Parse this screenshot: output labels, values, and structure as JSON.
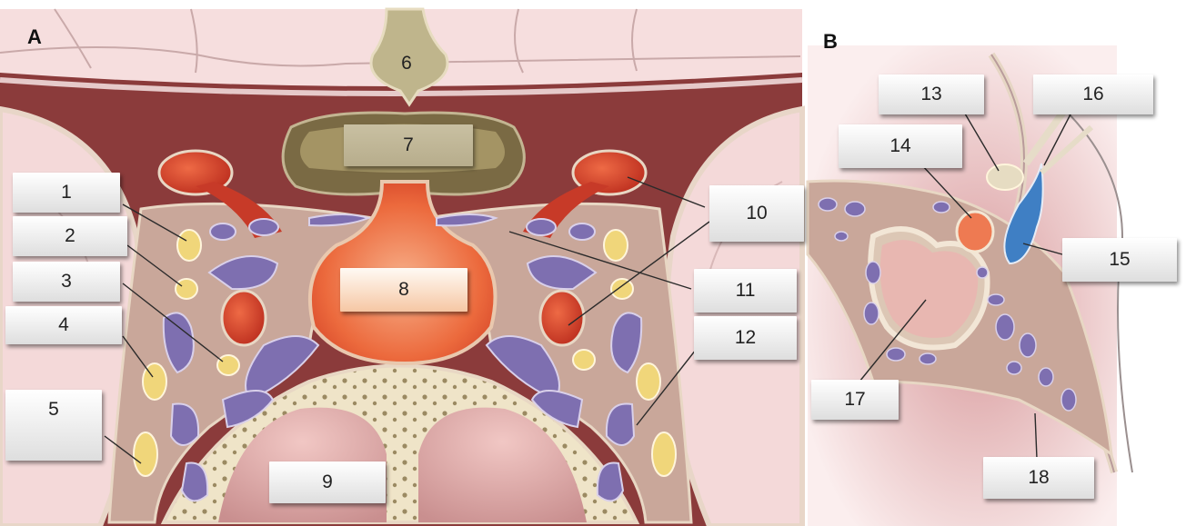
{
  "panels": {
    "a": "A",
    "b": "B"
  },
  "labels": {
    "l1": "1",
    "l2": "2",
    "l3": "3",
    "l4": "4",
    "l5": "5",
    "l6": "6",
    "l7": "7",
    "l8": "8",
    "l9": "9",
    "l10": "10",
    "l11": "11",
    "l12": "12",
    "l13": "13",
    "l14": "14",
    "l15": "15",
    "l16": "16",
    "l17": "17",
    "l18": "18"
  },
  "colors": {
    "venous_plexus": "#7e6fb0",
    "artery": "#c73a28",
    "nerve": "#f0d67a",
    "dura": "#8b3b3b",
    "pituitary": "#e8744a",
    "bone": "#efe4c8"
  }
}
